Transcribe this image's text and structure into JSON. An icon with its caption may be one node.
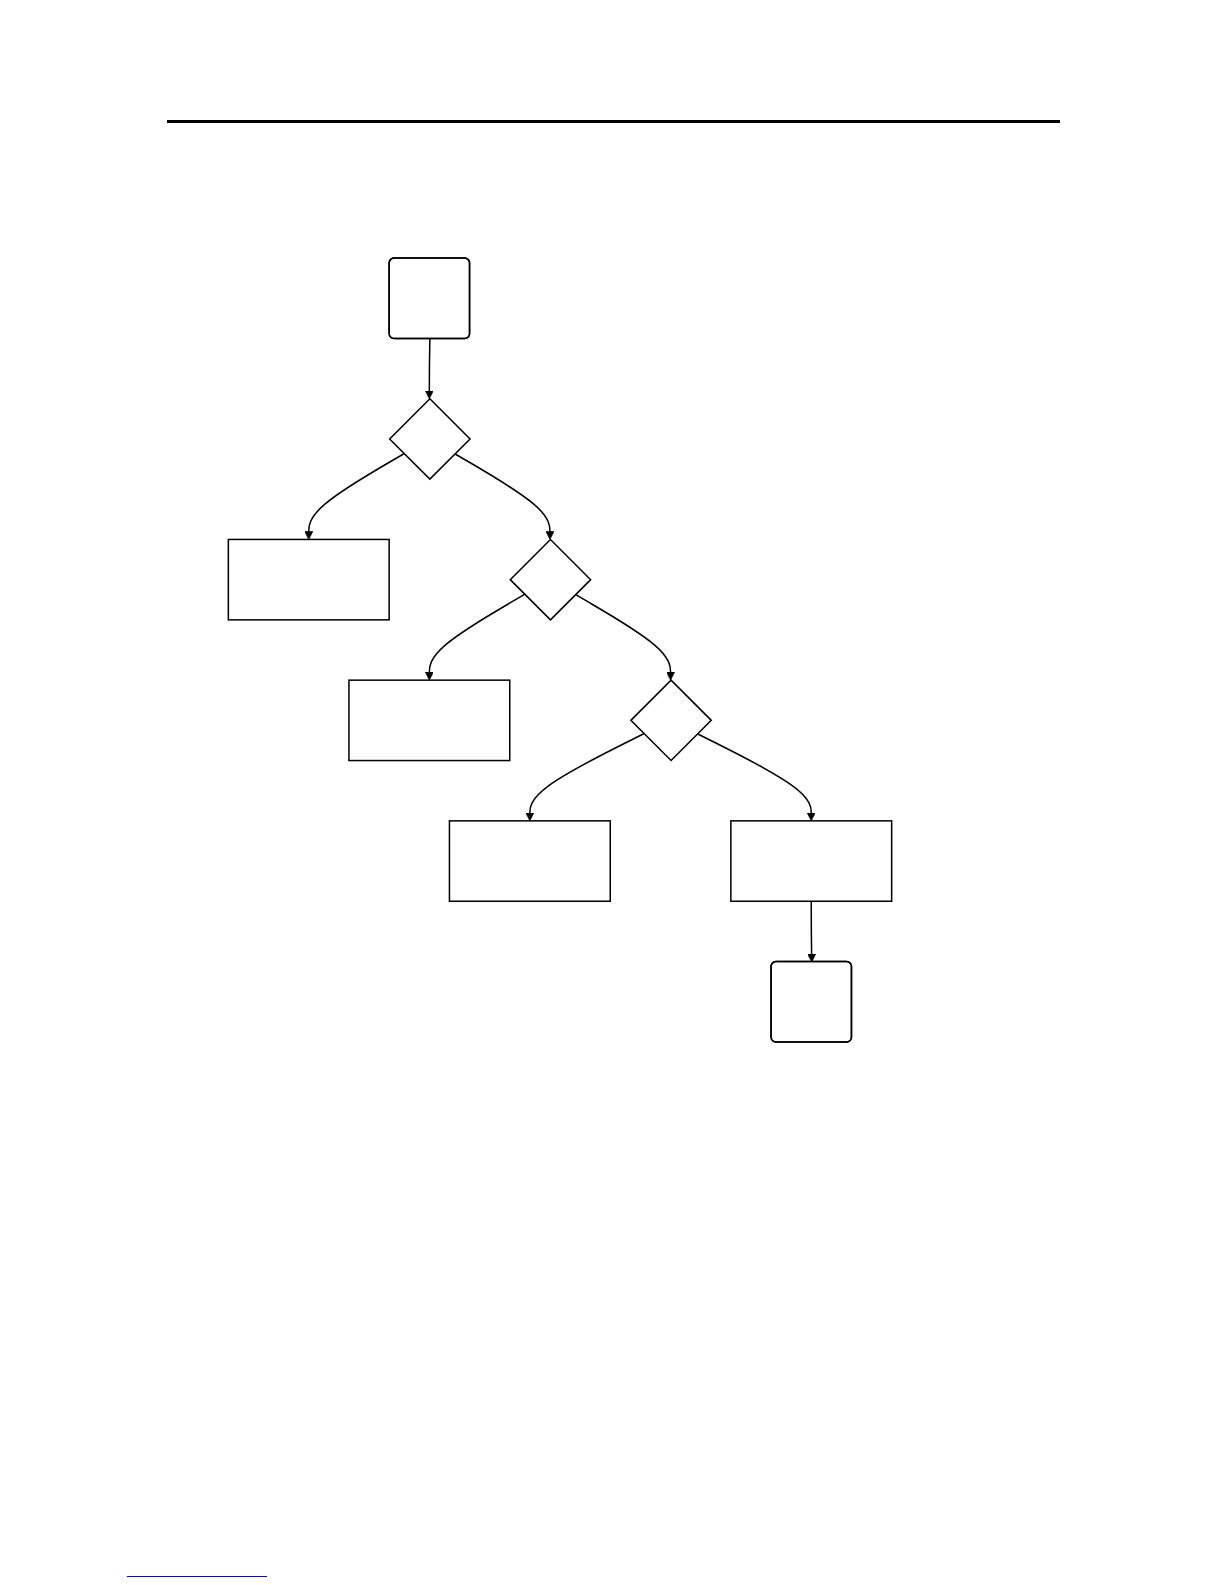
{
  "diagram": {
    "nodes": [
      {
        "text": [],
        "shape": "rounded"
      },
      {
        "text": [],
        "shape": "diamond"
      },
      {
        "text": [],
        "shape": "box"
      },
      {
        "text": [],
        "shape": "diamond"
      },
      {
        "text": [],
        "shape": "box"
      },
      {
        "text": [],
        "shape": "box"
      },
      {
        "text": [],
        "shape": "diamond"
      },
      {
        "text": [],
        "shape": "box"
      },
      {
        "text": [],
        "shape": "rounded"
      }
    ],
    "edges": [
      {
        "from": 0,
        "to": 1,
        "arrow": "to"
      },
      {
        "from": 1,
        "to": 2,
        "arrow": "to"
      },
      {
        "from": 1,
        "to": 3,
        "arrow": "to"
      },
      {
        "from": 3,
        "to": 4,
        "arrow": "to"
      },
      {
        "from": 3,
        "to": 6,
        "arrow": "to"
      },
      {
        "from": 6,
        "to": 5,
        "arrow": "to"
      },
      {
        "from": 6,
        "to": 7,
        "arrow": "to"
      },
      {
        "from": 7,
        "to": 8,
        "arrow": "to"
      }
    ]
  }
}
